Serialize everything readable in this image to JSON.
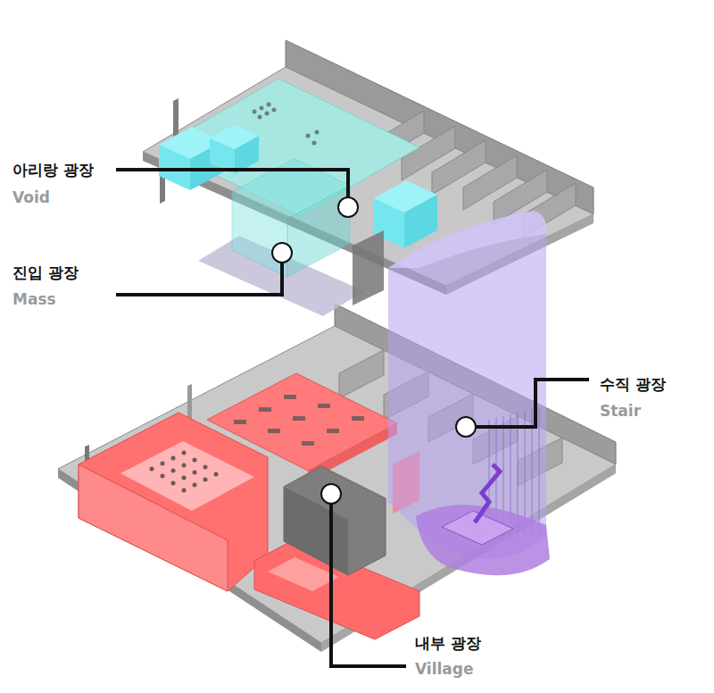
{
  "diagram": {
    "labels": [
      "아리랑 광장",
      "Void",
      "진입 광장",
      "Mass",
      "수직 광장",
      "Stair",
      "내부 광장",
      "Village"
    ]
  }
}
